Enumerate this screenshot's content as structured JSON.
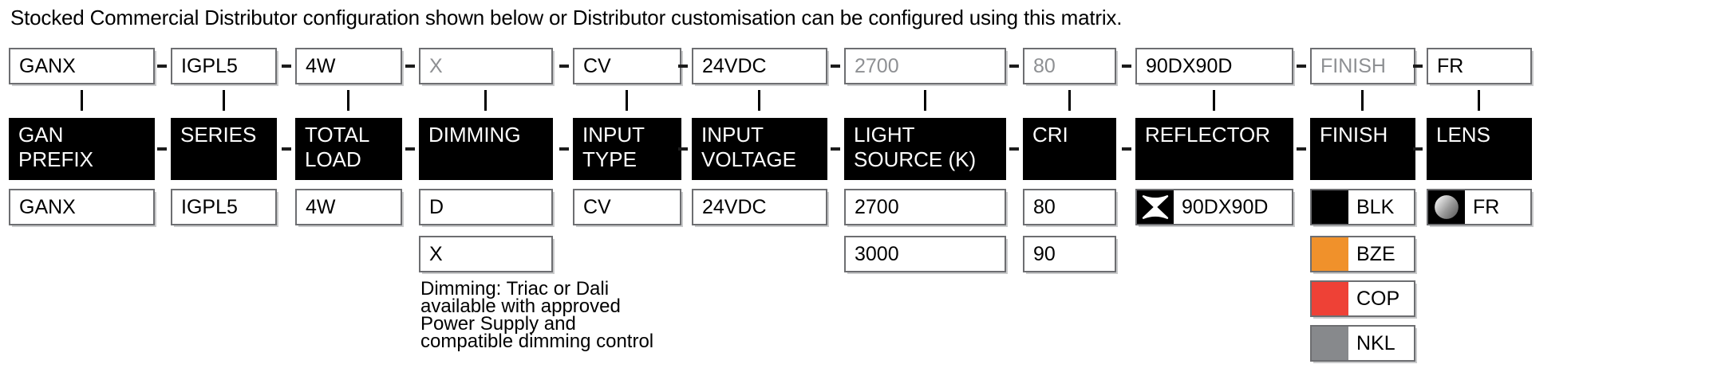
{
  "title": "Stocked Commercial Distributor configuration shown below or Distributor customisation can be configured using this matrix.",
  "colors": {
    "header_bg": "#000000",
    "muted_text": "#8E9093",
    "box_border": "#6D6E71",
    "finish_blk": "#000000",
    "finish_bze": "#F0912B",
    "finish_cop": "#EE4136",
    "finish_nkl": "#87898C"
  },
  "columns": [
    {
      "id": "gan-prefix",
      "top_value": "GANX",
      "muted": false,
      "header": "GAN\nPREFIX",
      "options": [
        {
          "label": "GANX"
        }
      ]
    },
    {
      "id": "series",
      "top_value": "IGPL5",
      "muted": false,
      "header": "SERIES",
      "options": [
        {
          "label": "IGPL5"
        }
      ]
    },
    {
      "id": "total-load",
      "top_value": "4W",
      "muted": false,
      "header": "TOTAL\nLOAD",
      "options": [
        {
          "label": "4W"
        }
      ]
    },
    {
      "id": "dimming",
      "top_value": "X",
      "muted": true,
      "header": "DIMMING",
      "options": [
        {
          "label": "D"
        },
        {
          "label": "X"
        }
      ],
      "note": "Dimming: Triac or Dali\navailable with approved\nPower Supply and\ncompatible dimming control"
    },
    {
      "id": "input-type",
      "top_value": "CV",
      "muted": false,
      "header": "INPUT\nTYPE",
      "options": [
        {
          "label": "CV"
        }
      ]
    },
    {
      "id": "input-voltage",
      "top_value": "24VDC",
      "muted": false,
      "header": "INPUT\nVOLTAGE",
      "options": [
        {
          "label": "24VDC"
        }
      ]
    },
    {
      "id": "light-source",
      "top_value": "2700",
      "muted": true,
      "header": "LIGHT\nSOURCE (K)",
      "options": [
        {
          "label": "2700"
        },
        {
          "label": "3000"
        }
      ]
    },
    {
      "id": "cri",
      "top_value": "80",
      "muted": true,
      "header": "CRI",
      "options": [
        {
          "label": "80"
        },
        {
          "label": "90"
        }
      ]
    },
    {
      "id": "reflector",
      "top_value": "90DX90D",
      "muted": false,
      "header": "REFLECTOR",
      "options": [
        {
          "label": "90DX90D",
          "icon": "beam-angle-icon"
        }
      ]
    },
    {
      "id": "finish",
      "top_value": "FINISH",
      "muted": true,
      "header": "FINISH",
      "options": [
        {
          "label": "BLK",
          "swatch": "#000000"
        },
        {
          "label": "BZE",
          "swatch": "#F0912B"
        },
        {
          "label": "COP",
          "swatch": "#EE4136"
        },
        {
          "label": "NKL",
          "swatch": "#87898C"
        }
      ]
    },
    {
      "id": "lens",
      "top_value": "FR",
      "muted": false,
      "header": "LENS",
      "options": [
        {
          "label": "FR",
          "icon": "frosted-lens-icon"
        }
      ]
    }
  ]
}
